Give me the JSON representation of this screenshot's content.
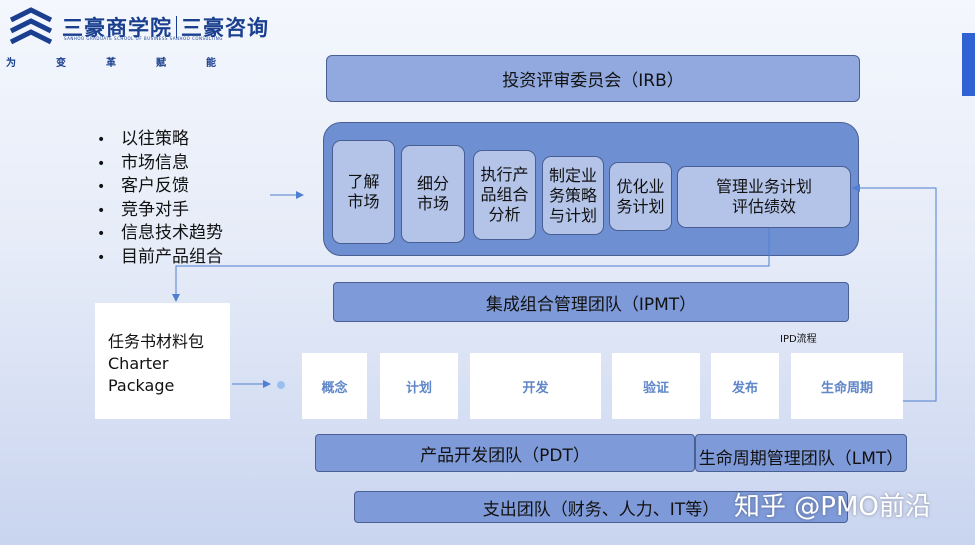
{
  "logo": {
    "name_left": "三豪商学院",
    "name_right": "三豪咨询",
    "subtitle": "SANHOO GRADUATE SCHOOL OF BUSINESS   SANHOO CONSULTING",
    "slogan": [
      "为",
      "变",
      "革",
      "赋",
      "能"
    ]
  },
  "irb": "投资评审委员会（IRB）",
  "inputs": [
    "以往策略",
    "市场信息",
    "客户反馈",
    "竞争对手",
    "信息技术趋势",
    "目前产品组合"
  ],
  "steps": [
    "了解\n市场",
    "细分\n市场",
    "执行产\n品组合\n分析",
    "制定业\n务策略\n与计划",
    "优化业\n务计划",
    "管理业务计划\n评估绩效"
  ],
  "ipmt": "集成组合管理团队（IPMT）",
  "charter": [
    "任务书材料包",
    "Charter",
    "Package"
  ],
  "ipd_label": "IPD流程",
  "phases": [
    "概念",
    "计划",
    "开发",
    "验证",
    "发布",
    "生命周期"
  ],
  "pdt": "产品开发团队（PDT）",
  "lmt": "生命周期管理团队（LMT）",
  "expense": "支出团队（财务、人力、IT等）",
  "watermark": "知乎 @PMO前沿",
  "colors": {
    "brand": "#1a3f8f",
    "box_fill": "#7f9ad8",
    "container_fill": "#6f8fd3",
    "step_fill": "#b4c4e9",
    "phase_text": "#5f86c8",
    "connector": "#4f7fd0"
  }
}
